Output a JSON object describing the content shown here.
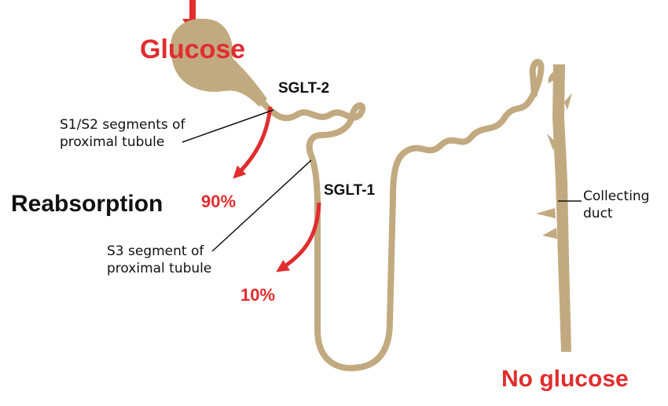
{
  "colors": {
    "tubule": "#c2aa80",
    "accent_red": "#e12d2f",
    "text": "#111111",
    "background": "#ffffff"
  },
  "labels": {
    "glucose": "Glucose",
    "sglt2": "SGLT-2",
    "s1s2_line1": "S1/S2 segments of",
    "s1s2_line2": "proximal tubule",
    "reabsorption": "Reabsorption",
    "pct_90": "90%",
    "sglt1": "SGLT-1",
    "s3_line1": "S3 segment of",
    "s3_line2": "proximal tubule",
    "pct_10": "10%",
    "collecting_line1": "Collecting",
    "collecting_line2": "duct",
    "no_glucose": "No glucose"
  }
}
